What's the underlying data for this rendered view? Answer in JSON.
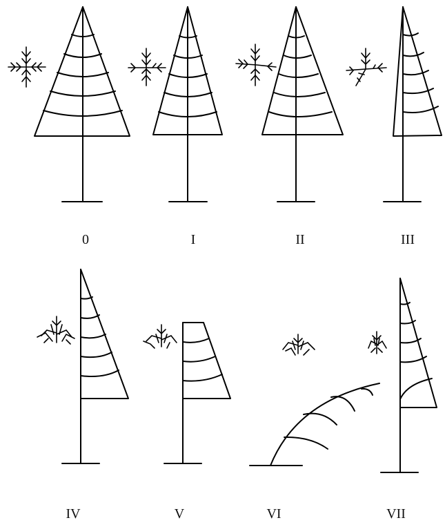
{
  "stages": [
    {
      "id": "stage-0",
      "label": "0"
    },
    {
      "id": "stage-1",
      "label": "I"
    },
    {
      "id": "stage-2",
      "label": "II"
    },
    {
      "id": "stage-3",
      "label": "III"
    },
    {
      "id": "stage-4",
      "label": "IV"
    },
    {
      "id": "stage-5",
      "label": "V"
    },
    {
      "id": "stage-6",
      "label": "VI"
    },
    {
      "id": "stage-7",
      "label": "VII"
    }
  ],
  "colors": {
    "line": "#000000",
    "background": "#ffffff"
  }
}
